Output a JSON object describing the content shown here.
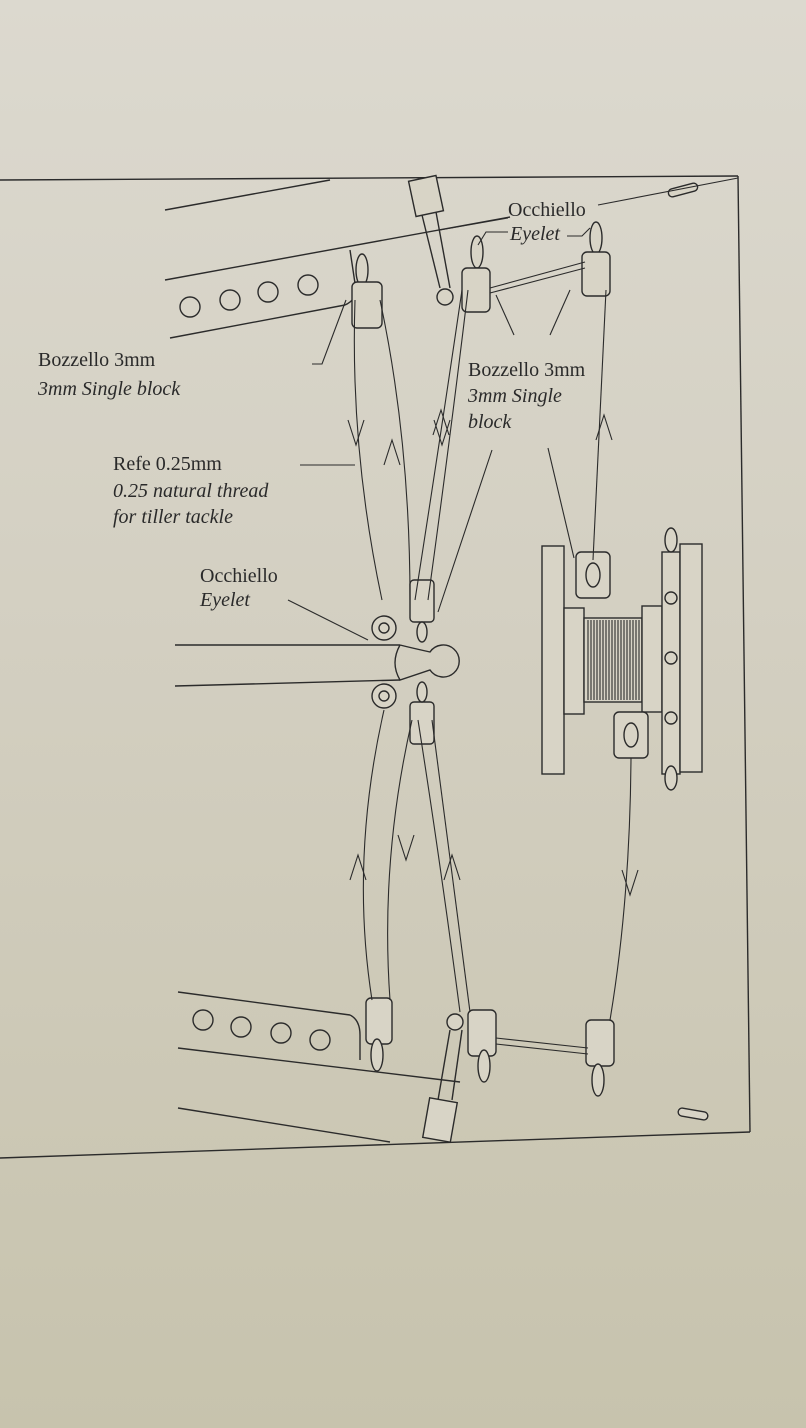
{
  "labels": {
    "eyelet_top": {
      "it": "Occhiello",
      "en": "Eyelet"
    },
    "block_left": {
      "it": "Bozzello 3mm",
      "en": "3mm Single block"
    },
    "block_right": {
      "it": "Bozzello 3mm",
      "en_line1": "3mm Single",
      "en_line2": "block"
    },
    "thread": {
      "it": "Refe 0.25mm",
      "en_line1": "0.25 natural thread",
      "en_line2": "for tiller tackle"
    },
    "eyelet_mid": {
      "it": "Occhiello",
      "en": "Eyelet"
    }
  }
}
